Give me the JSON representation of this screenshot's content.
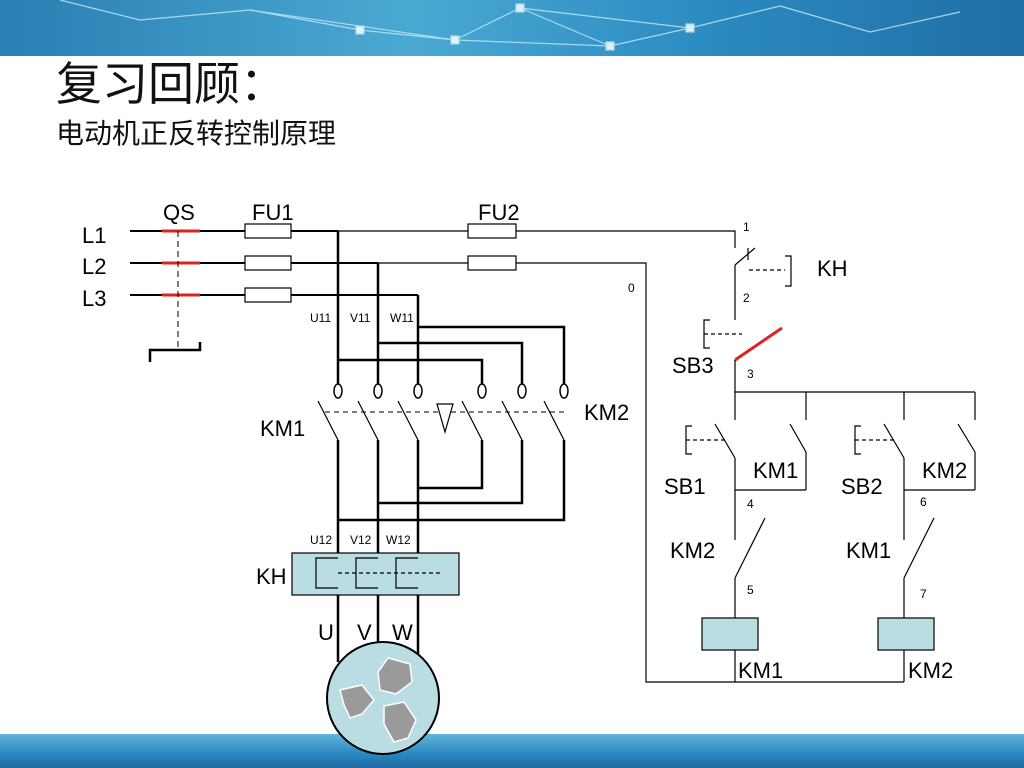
{
  "title": "复习回顾：",
  "subtitle": "电动机正反转控制原理",
  "colors": {
    "banner": "#2a86bf",
    "contact_red": "#e02020",
    "coil_fill": "#b9dde3",
    "motor_fill": "#b9dde3"
  },
  "labels": {
    "QS": "QS",
    "FU1": "FU1",
    "FU2": "FU2",
    "L1": "L1",
    "L2": "L2",
    "L3": "L3",
    "U11": "U11",
    "V11": "V11",
    "W11": "W11",
    "U12": "U12",
    "V12": "V12",
    "W12": "W12",
    "KM1_main": "KM1",
    "KM2_main": "KM2",
    "KH_main": "KH",
    "U": "U",
    "V": "V",
    "W": "W",
    "KH_ctrl": "KH",
    "SB3": "SB3",
    "SB1": "SB1",
    "SB2": "SB2",
    "KM1_hold": "KM1",
    "KM2_hold": "KM2",
    "KM2_interlock": "KM2",
    "KM1_interlock": "KM1",
    "KM1_coil": "KM1",
    "KM2_coil": "KM2",
    "n0": "0",
    "n1": "1",
    "n2": "2",
    "n3": "3",
    "n4": "4",
    "n5": "5",
    "n6": "6",
    "n7": "7"
  }
}
